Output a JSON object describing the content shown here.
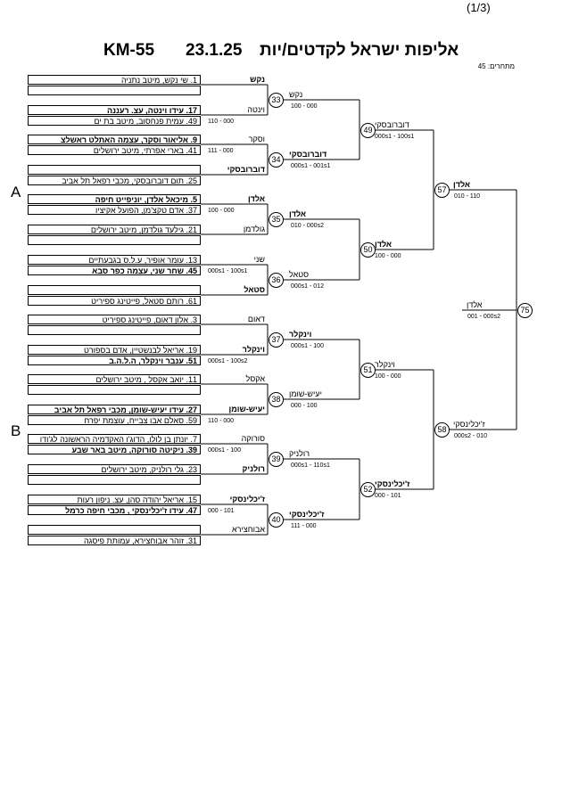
{
  "page_number": "(1/3)",
  "header": {
    "code": "KM-55",
    "date": "23.1.25",
    "title": "אליפות ישראל לקדטים/יות",
    "participants": "מתחרים: 45"
  },
  "sections": [
    "A",
    "B"
  ],
  "entries": [
    {
      "text": "1. שי נקש, מיטב נתניה",
      "bold": false
    },
    {
      "text": "",
      "bold": false
    },
    {
      "text": "17. עידו וינטה, עצ. רעננה",
      "bold": true
    },
    {
      "text": "49. עמית פנחסוב, מיטב בת ים",
      "bold": false
    },
    {
      "text": "9. אליאור וסקר, עצמה האתלט ראשלצ",
      "bold": true
    },
    {
      "text": "41. בארי אפרתי, מיטב ירושלים",
      "bold": false
    },
    {
      "text": "",
      "bold": false
    },
    {
      "text": "25. תום דוברובסקי, מכבי רפאל תל אביב",
      "bold": false
    },
    {
      "text": "5. מיכאל אלדן, יוניפייט חיפה",
      "bold": true
    },
    {
      "text": "37. אדם טקצ'מן, הפועל אקיציו",
      "bold": false
    },
    {
      "text": "21. גילעד גולדמן, מיטב ירושלים",
      "bold": false
    },
    {
      "text": "",
      "bold": false
    },
    {
      "text": "13. עומר אופיר, ע.ל.ס בגבעתיים",
      "bold": false
    },
    {
      "text": "45. שחר שני, עצמה כפר סבא",
      "bold": true
    },
    {
      "text": "",
      "bold": false
    },
    {
      "text": "61. רותם סטאל, פייטינג ספיריט",
      "bold": false
    },
    {
      "text": "3. אלון דאום, פייטינג ספיריט",
      "bold": false
    },
    {
      "text": "",
      "bold": false
    },
    {
      "text": "19. אריאל לבנשטיין, אדם בספורט",
      "bold": false
    },
    {
      "text": "51. ענבר וינקלר, ה.ל.ה.ב",
      "bold": true
    },
    {
      "text": "11. יואב אקסל , מיטב ירושלים",
      "bold": false
    },
    {
      "text": "",
      "bold": false
    },
    {
      "text": "27. עידו יעיש-שומן, מכבי רפאל תל אביב",
      "bold": true
    },
    {
      "text": "59. סאלם אבו צבייח, עוצמת יפרח",
      "bold": false
    },
    {
      "text": "7. יונתן בן לולו, הדוג'ו האקדמיה הראשונה לג'ודו",
      "bold": false
    },
    {
      "text": "39. ניקיטה סורוקה, מיטב באר שבע",
      "bold": true
    },
    {
      "text": "23. גלי רולניק, מיטב ירושלים",
      "bold": false
    },
    {
      "text": "",
      "bold": false
    },
    {
      "text": "15. אריאל יהודה סהן, עצ. ניפון רעות",
      "bold": false
    },
    {
      "text": "47. עידו ז'יכלינסקי , מכבי חיפה כרמל",
      "bold": true
    },
    {
      "text": "",
      "bold": false
    },
    {
      "text": "31. זוהר אבוחצירא, עמותת פיסגה",
      "bold": false
    }
  ],
  "round1": [
    {
      "num": "33",
      "top": "נקש",
      "top_bold": true,
      "bottom": "וינטה",
      "bottom_bold": false,
      "bottom_score": "110 - 000",
      "winner": "נקש",
      "winner_bold": false,
      "score": "100 - 000"
    },
    {
      "num": "34",
      "top": "וסקר",
      "top_bold": false,
      "top_score": "111 - 000",
      "bottom": "דוברובסקי",
      "bottom_bold": true,
      "winner": "דוברובסקי",
      "winner_bold": true,
      "score": "000s1 - 001s1"
    },
    {
      "num": "35",
      "top": "אלדן",
      "top_bold": true,
      "top_score": "100 - 000",
      "bottom": "גולדמן",
      "bottom_bold": false,
      "winner": "אלדן",
      "winner_bold": true,
      "score": "010 - 000s2"
    },
    {
      "num": "36",
      "top": "שני",
      "top_bold": false,
      "top_score": "000s1 - 100s1",
      "bottom": "סטאל",
      "bottom_bold": true,
      "winner": "סטאל",
      "winner_bold": false,
      "score": "000s1 - 012"
    },
    {
      "num": "37",
      "top": "דאום",
      "top_bold": false,
      "bottom": "וינקלר",
      "bottom_bold": true,
      "bottom_score": "000s1 - 100s2",
      "winner": "וינקלר",
      "winner_bold": true,
      "score": "000s1 - 100"
    },
    {
      "num": "38",
      "top": "אקסל",
      "top_bold": false,
      "bottom": "יעיש-שומן",
      "bottom_bold": true,
      "bottom_score": "110 - 000",
      "winner": "יעיש-שומן",
      "winner_bold": false,
      "score": "000 - 100"
    },
    {
      "num": "39",
      "top": "סורוקה",
      "top_bold": false,
      "top_score": "000s1 - 100",
      "bottom": "רולניק",
      "bottom_bold": true,
      "winner": "רולניק",
      "winner_bold": false,
      "score": "000s1 - 110s1"
    },
    {
      "num": "40",
      "top": "ז'יכלינסקי",
      "top_bold": true,
      "top_score": "000 - 101",
      "bottom": "אבוחצירא",
      "bottom_bold": false,
      "winner": "ז'יכלינסקי",
      "winner_bold": true,
      "score": "111 - 000"
    }
  ],
  "round2": [
    {
      "num": "49",
      "winner": "דוברובסקי",
      "winner_bold": false,
      "score": "000s1 - 100s1"
    },
    {
      "num": "50",
      "winner": "אלדן",
      "winner_bold": true,
      "score": "100 - 000"
    },
    {
      "num": "51",
      "winner": "וינקלר",
      "winner_bold": false,
      "score": "100 - 000"
    },
    {
      "num": "52",
      "winner": "ז'יכלינסקי",
      "winner_bold": true,
      "score": "000 - 101"
    }
  ],
  "round3": [
    {
      "num": "57",
      "winner": "אלדן",
      "winner_bold": true,
      "score": "010 - 110"
    },
    {
      "num": "58",
      "winner": "ז'יכלינסקי",
      "winner_bold": false,
      "score": "000s2 - 010"
    }
  ],
  "final": {
    "num": "75",
    "winner": "אלדן",
    "winner_bold": false,
    "score": "001 - 000s2"
  }
}
